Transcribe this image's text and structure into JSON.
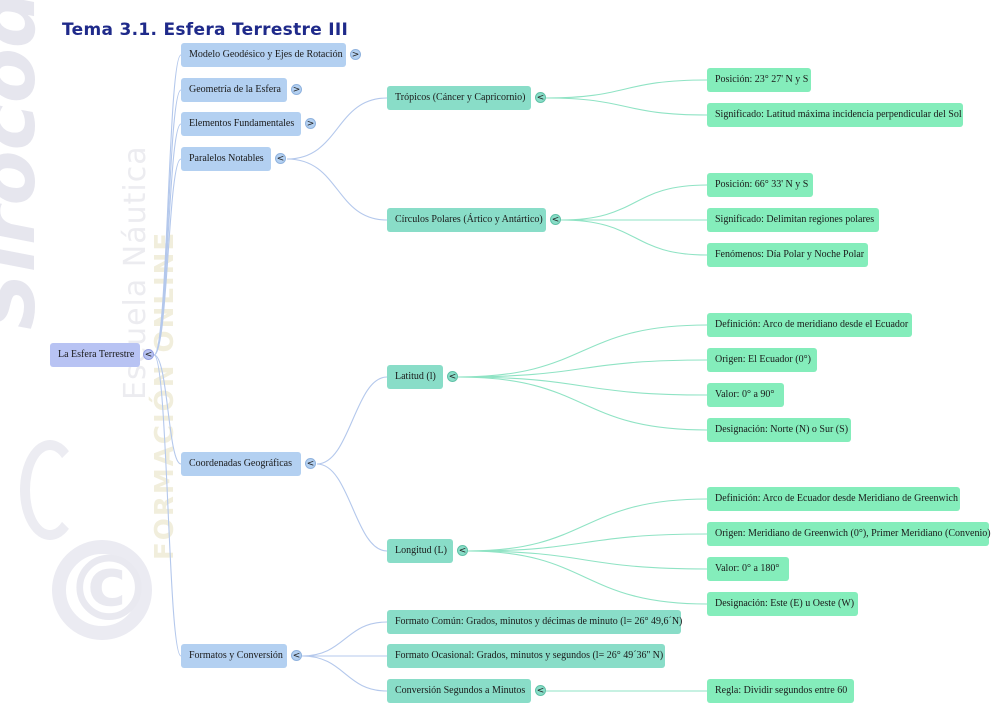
{
  "title": "Tema 3.1. Esfera Terrestre III",
  "watermark": {
    "brand": "Sirocodiez",
    "subtitle": "Escuela Náutica",
    "tagline": "FORMACIÓN ONLINE",
    "copyright": "©"
  },
  "colors": {
    "root": "#b8c3f3",
    "level1": "#b3d0f1",
    "level2": "#89ddc8",
    "level3": "#84edbb",
    "title": "#1f2a8a",
    "link_blue": "#b4c8ec",
    "link_green": "#8fe3c4"
  },
  "mindmap": {
    "root": {
      "label": "La Esfera Terrestre",
      "toggle": "<"
    },
    "level1": [
      {
        "label": "Modelo Geodésico y Ejes de Rotación",
        "toggle": ">"
      },
      {
        "label": "Geometría de la Esfera",
        "toggle": ">"
      },
      {
        "label": "Elementos Fundamentales",
        "toggle": ">"
      },
      {
        "label": "Paralelos Notables",
        "toggle": "<"
      },
      {
        "label": "Coordenadas Geográficas",
        "toggle": "<"
      },
      {
        "label": "Formatos y Conversión",
        "toggle": "<"
      }
    ],
    "paralelos": [
      {
        "label": "Trópicos (Cáncer y Capricornio)",
        "toggle": "<",
        "children": [
          "Posición: 23° 27' N y S",
          "Significado: Latitud máxima incidencia perpendicular del Sol"
        ]
      },
      {
        "label": "Círculos Polares (Ártico y Antártico)",
        "toggle": "<",
        "children": [
          "Posición: 66° 33' N y S",
          "Significado: Delimitan regiones polares",
          "Fenómenos: Día Polar y Noche Polar"
        ]
      }
    ],
    "coordenadas": [
      {
        "label": "Latitud (l)",
        "toggle": "<",
        "children": [
          "Definición: Arco de meridiano desde el Ecuador",
          "Origen: El Ecuador (0°)",
          "Valor: 0° a 90°",
          "Designación: Norte (N) o Sur (S)"
        ]
      },
      {
        "label": "Longitud (L)",
        "toggle": "<",
        "children": [
          "Definición: Arco de Ecuador desde Meridiano de Greenwich",
          "Origen: Meridiano de Greenwich (0°), Primer Meridiano (Convenio)",
          "Valor: 0° a 180°",
          "Designación: Este (E) u Oeste (W)"
        ]
      }
    ],
    "formatos": [
      {
        "label": "Formato Común: Grados, minutos y décimas de minuto (l= 26° 49,6´N)"
      },
      {
        "label": "Formato Ocasional: Grados, minutos y segundos (l= 26° 49´36'' N)"
      },
      {
        "label": "Conversión Segundos a Minutos",
        "toggle": "<",
        "children": [
          "Regla: Dividir segundos entre 60"
        ]
      }
    ]
  }
}
